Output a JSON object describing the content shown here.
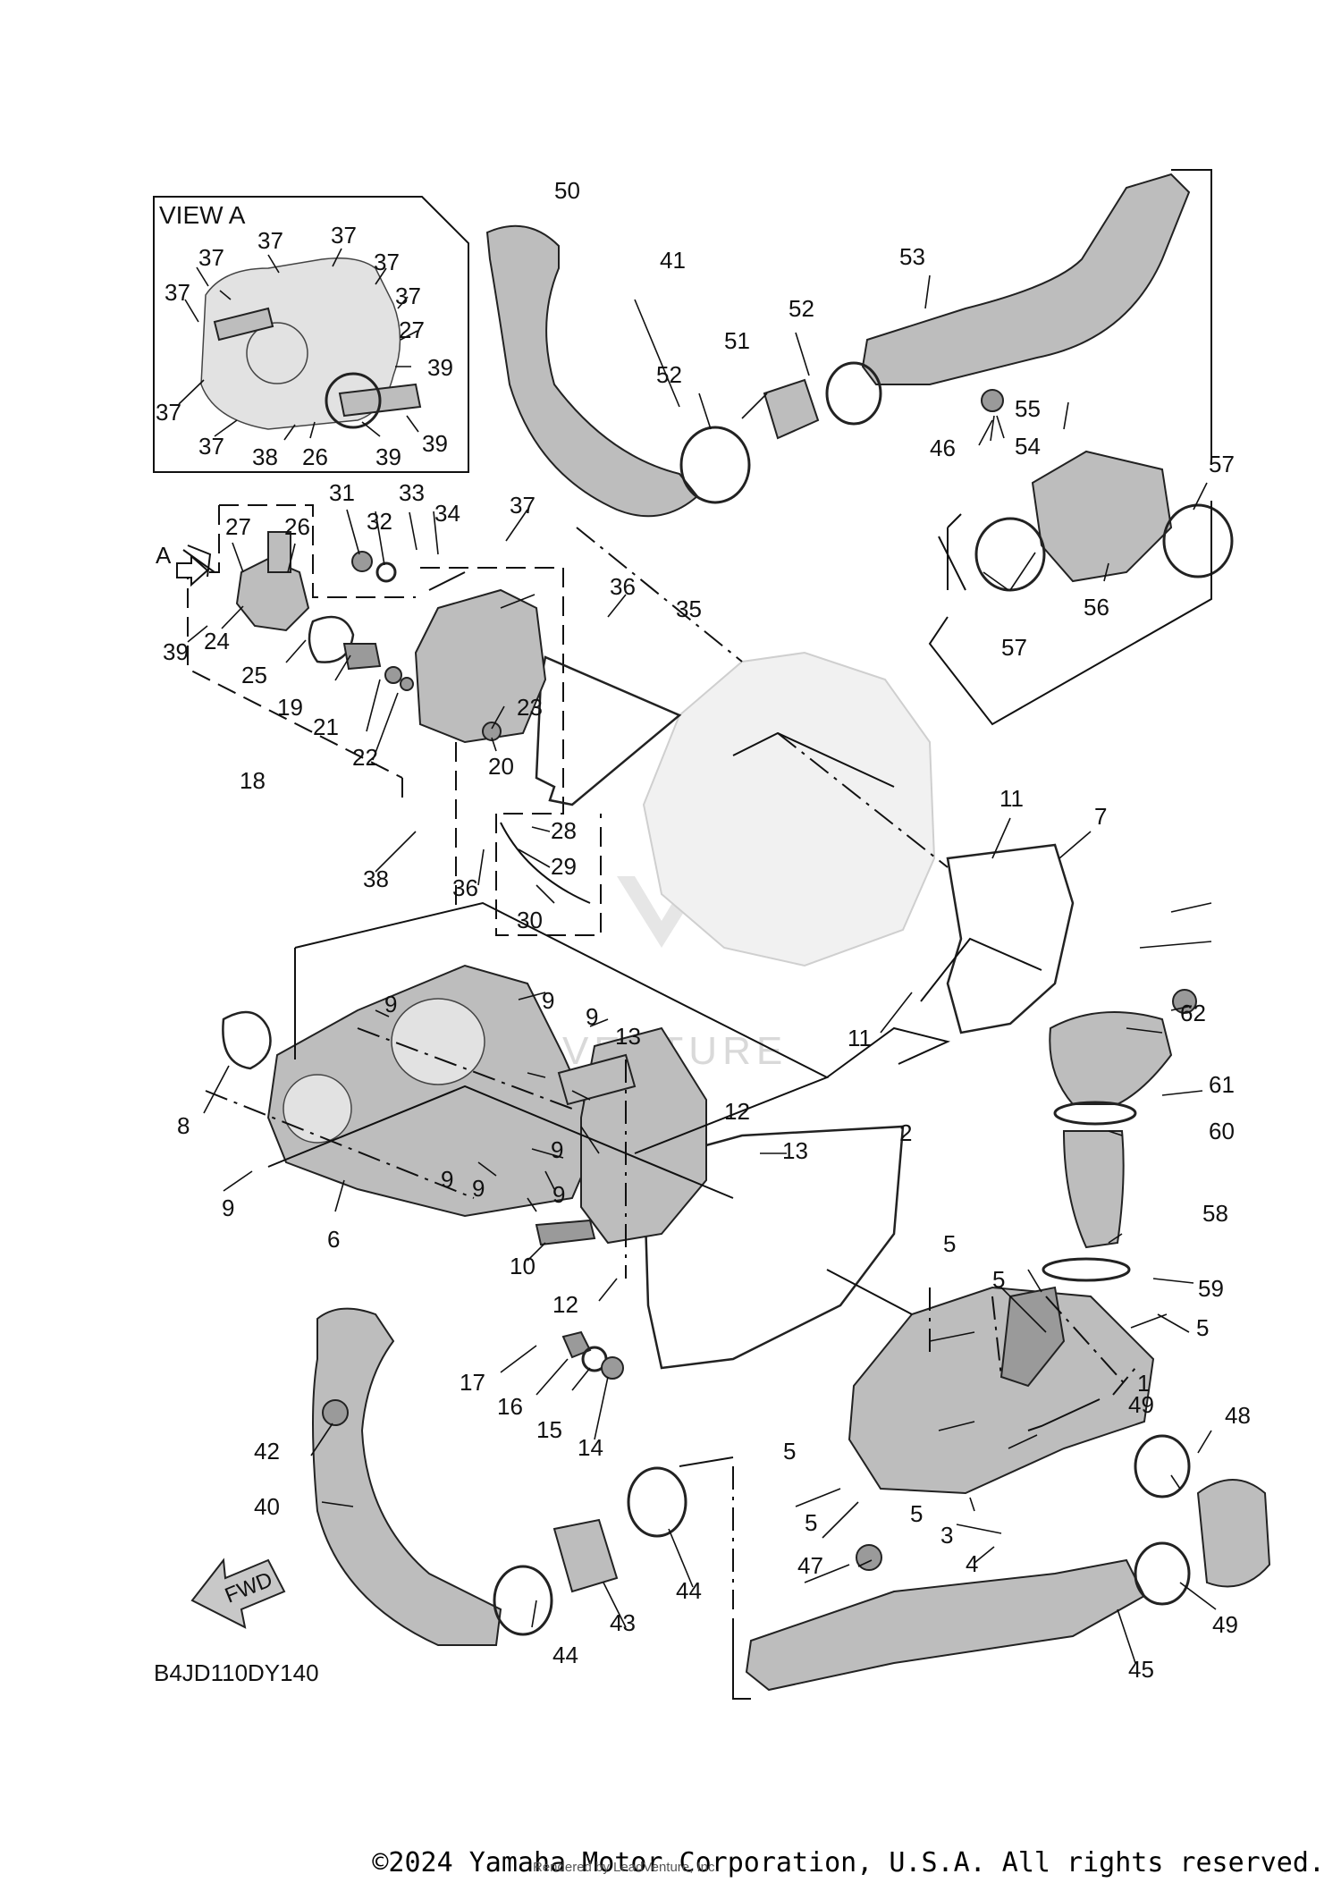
{
  "view_title": "VIEW A",
  "view_marker": "A",
  "diagram_code": "B4JD110DY140",
  "fwd_label": "FWD",
  "watermark": "LEADVENTURE",
  "copyright": "©2024 Yamaha Motor Corporation, U.S.A. All rights reserved.",
  "rendered_by": "Rendered by LeadVenture, Inc.",
  "callouts": {
    "c1": "1",
    "c2": "2",
    "c3": "3",
    "c4": "4",
    "c5": "5",
    "c6": "6",
    "c7": "7",
    "c8": "8",
    "c9": "9",
    "c10": "10",
    "c11": "11",
    "c12": "12",
    "c13": "13",
    "c14": "14",
    "c15": "15",
    "c16": "16",
    "c17": "17",
    "c18": "18",
    "c19": "19",
    "c20": "20",
    "c21": "21",
    "c22": "22",
    "c23": "23",
    "c24": "24",
    "c25": "25",
    "c26": "26",
    "c27": "27",
    "c28": "28",
    "c29": "29",
    "c30": "30",
    "c31": "31",
    "c32": "32",
    "c33": "33",
    "c34": "34",
    "c35": "35",
    "c36": "36",
    "c37": "37",
    "c38": "38",
    "c39": "39",
    "c40": "40",
    "c41": "41",
    "c42": "42",
    "c43": "43",
    "c44": "44",
    "c45": "45",
    "c46": "46",
    "c47": "47",
    "c48": "48",
    "c49": "49",
    "c50": "50",
    "c51": "51",
    "c52": "52",
    "c53": "53",
    "c54": "54",
    "c55": "55",
    "c56": "56",
    "c57": "57",
    "c58": "58",
    "c59": "59",
    "c60": "60",
    "c61": "61",
    "c62": "62"
  }
}
